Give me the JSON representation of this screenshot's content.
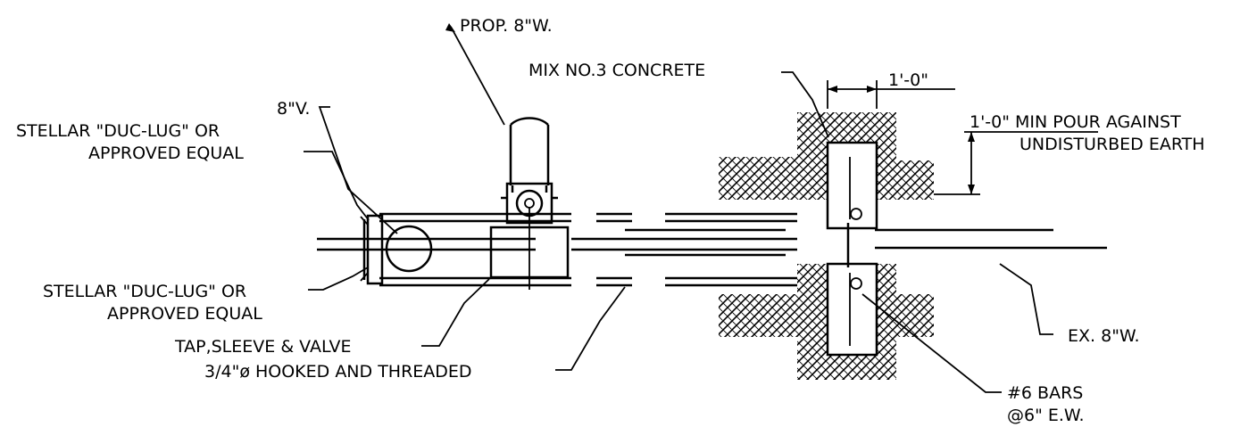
{
  "labels": {
    "prop_water": "PROP. 8\"W.",
    "mix_concrete": "MIX NO.3 CONCRETE",
    "dim_width": "1'-0\"",
    "min_pour_line1": "1'-0\" MIN POUR AGAINST",
    "min_pour_line2": "UNDISTURBED EARTH",
    "valve_8v": "8\"V.",
    "ducLug_top_line1": "STELLAR \"DUC-LUG\" OR",
    "ducLug_top_line2": "APPROVED EQUAL",
    "ducLug_bottom_line1": "STELLAR \"DUC-LUG\" OR",
    "ducLug_bottom_line2": "APPROVED EQUAL",
    "tap_sleeve_valve": "TAP,SLEEVE & VALVE",
    "hooked_threaded": "3/4\"ø HOOKED AND THREADED",
    "ex_water": "EX. 8\"W.",
    "bars_line1": "#6 BARS",
    "bars_line2": "@6\" E.W."
  }
}
